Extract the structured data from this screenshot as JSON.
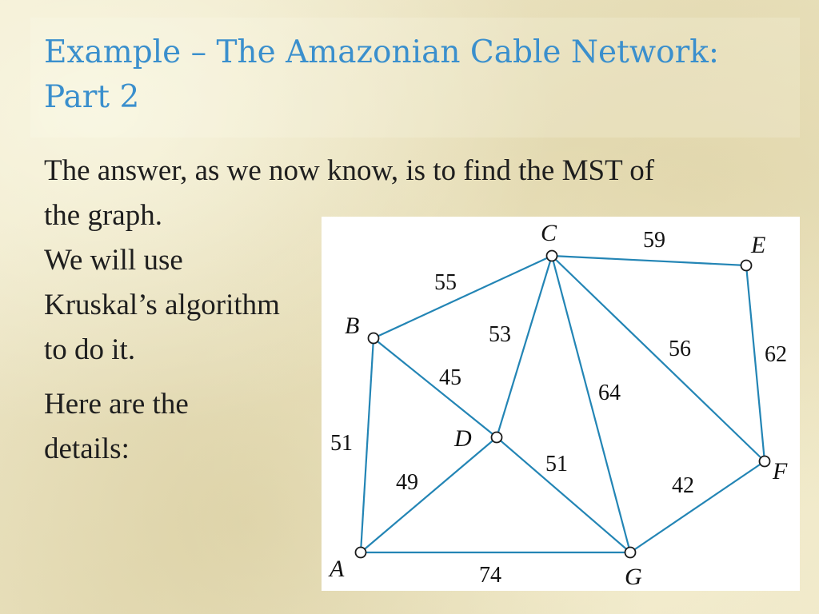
{
  "slide": {
    "title_line1": "Example – The Amazonian Cable Network:",
    "title_line2": "Part 2",
    "body": {
      "line1": "The answer, as we now know, is to find the MST of",
      "line2": "the graph.",
      "line3": "We will use",
      "line4": "Kruskal’s algorithm",
      "line5": "to do it.",
      "line6": "Here are the",
      "line7": "details:"
    }
  },
  "colors": {
    "title": "#3a8fcd",
    "edge": "#2385b5",
    "text": "#1e1e1e"
  },
  "graph": {
    "nodes": [
      "A",
      "B",
      "C",
      "D",
      "E",
      "F",
      "G"
    ],
    "edges": [
      {
        "from": "B",
        "to": "C",
        "weight": "55"
      },
      {
        "from": "C",
        "to": "E",
        "weight": "59"
      },
      {
        "from": "C",
        "to": "D",
        "weight": "53"
      },
      {
        "from": "C",
        "to": "F",
        "weight": "56"
      },
      {
        "from": "C",
        "to": "G",
        "weight": "64"
      },
      {
        "from": "E",
        "to": "F",
        "weight": "62"
      },
      {
        "from": "B",
        "to": "D",
        "weight": "45"
      },
      {
        "from": "B",
        "to": "A",
        "weight": "51"
      },
      {
        "from": "A",
        "to": "D",
        "weight": "49"
      },
      {
        "from": "D",
        "to": "G",
        "weight": "51"
      },
      {
        "from": "G",
        "to": "F",
        "weight": "42"
      },
      {
        "from": "A",
        "to": "G",
        "weight": "74"
      }
    ]
  }
}
